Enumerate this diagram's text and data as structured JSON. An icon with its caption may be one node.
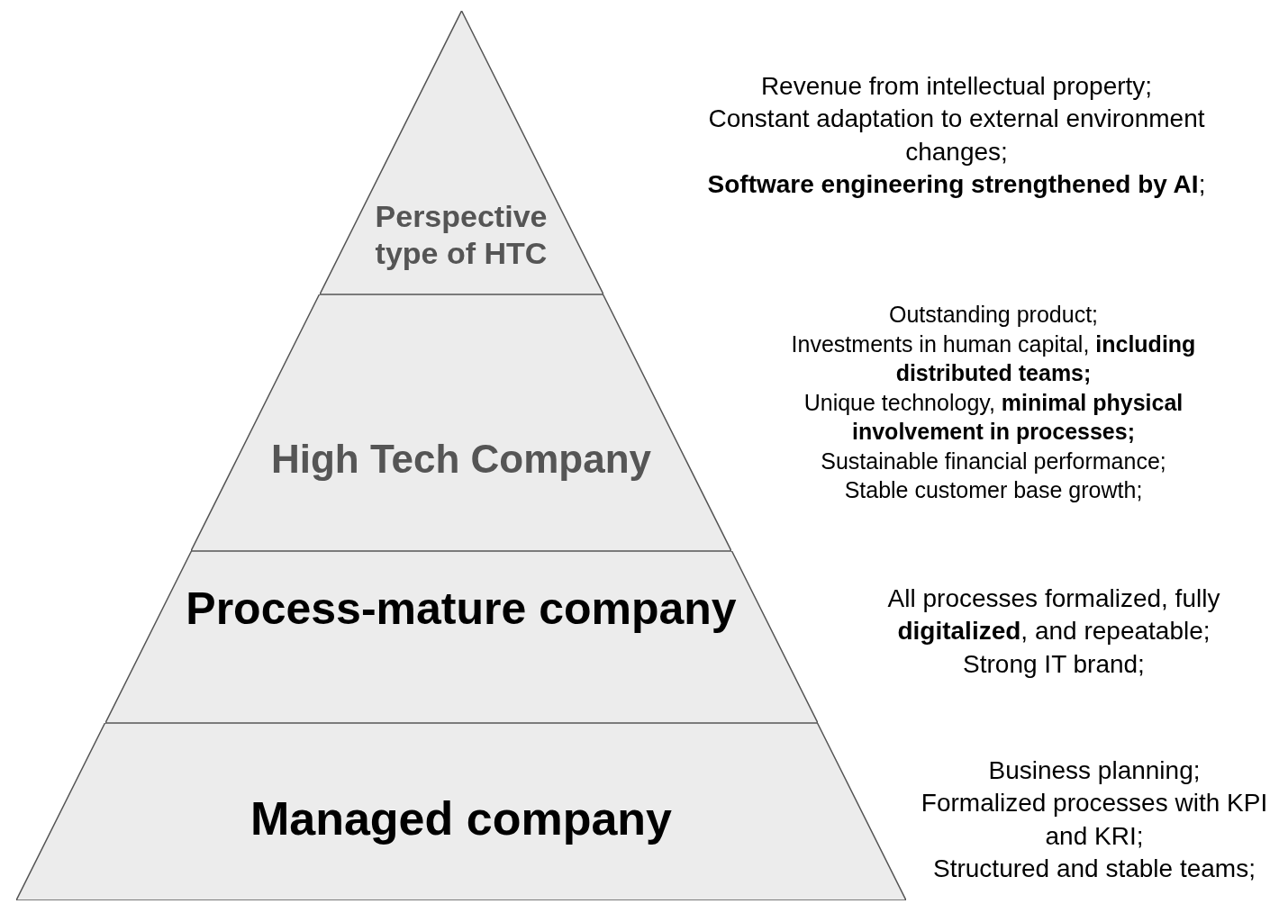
{
  "diagram": {
    "nodes": [
      {
        "text": [
          "Perspective type of HTC"
        ],
        "beside": [
          "Revenue from intellectual property;",
          "Constant adaptation to external environment changes;",
          "**Software engineering strengthened by AI**;"
        ]
      },
      {
        "text": [
          "High Tech Company"
        ],
        "beside": [
          "Outstanding product;",
          "Investments in human capital, **including distributed teams;**",
          "Unique technology, **minimal physical involvement in processes;**",
          "Sustainable financial performance;",
          "Stable customer base growth;"
        ]
      },
      {
        "text": [
          "Process-mature company"
        ],
        "beside": [
          "All processes formalized, fully **digitalized**, and repeatable;",
          "Strong IT brand;"
        ]
      },
      {
        "text": [
          "Managed company"
        ],
        "beside": [
          "Business planning;",
          "Formalized processes with KPI and KRI;",
          "Structured and stable teams;"
        ]
      }
    ],
    "edges": []
  }
}
